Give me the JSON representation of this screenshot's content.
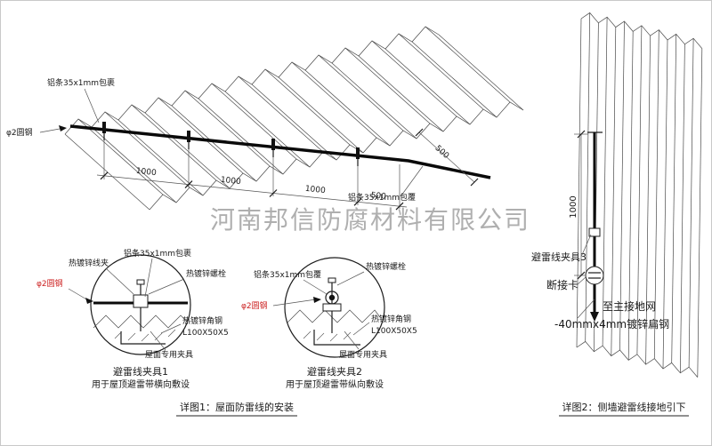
{
  "watermark": "河南邦信防腐材料有限公司",
  "roof": {
    "label_wrap_top": "铝条35x1mm包裹",
    "label_rod": "φ2圆钢",
    "label_wrap_right": "铝条35x1mm包覆",
    "dim_1000_a": "1000",
    "dim_1000_b": "1000",
    "dim_1000_c": "1000",
    "dim_500_a": "500",
    "dim_500_b": "500"
  },
  "detail1": {
    "label_clip": "热镀锌线夹",
    "label_wrap": "铝条35x1mm包裹",
    "label_bolt": "热镀锌螺栓",
    "label_rod": "φ2圆钢",
    "label_angle": "热镀锌角钢",
    "label_angle_size": "L100X50X5",
    "label_clamp": "屋面专用夹具",
    "title": "避雷线夹具1",
    "subtitle": "用于屋顶避雷带横向敷设"
  },
  "detail2": {
    "label_wrap": "铝条35x1mm包覆",
    "label_bolt": "热镀锌螺栓",
    "label_rod": "φ2圆钢",
    "label_angle": "热镀锌角钢",
    "label_angle_size": "L100X50X5",
    "label_clamp": "屋面专用夹具",
    "title": "避雷线夹具2",
    "subtitle": "用于屋顶避雷带纵向敷设"
  },
  "caption1": "详图1：屋面防雷线的安装",
  "wall": {
    "dim_1000": "1000",
    "label_clamp3": "避雷线夹具3",
    "label_disconnect": "断接卡",
    "label_to_ground": "至主接地网",
    "label_flat_steel": "-40mmx4mm镀锌扁钢"
  },
  "caption2": "详图2：侧墙避雷线接地引下"
}
